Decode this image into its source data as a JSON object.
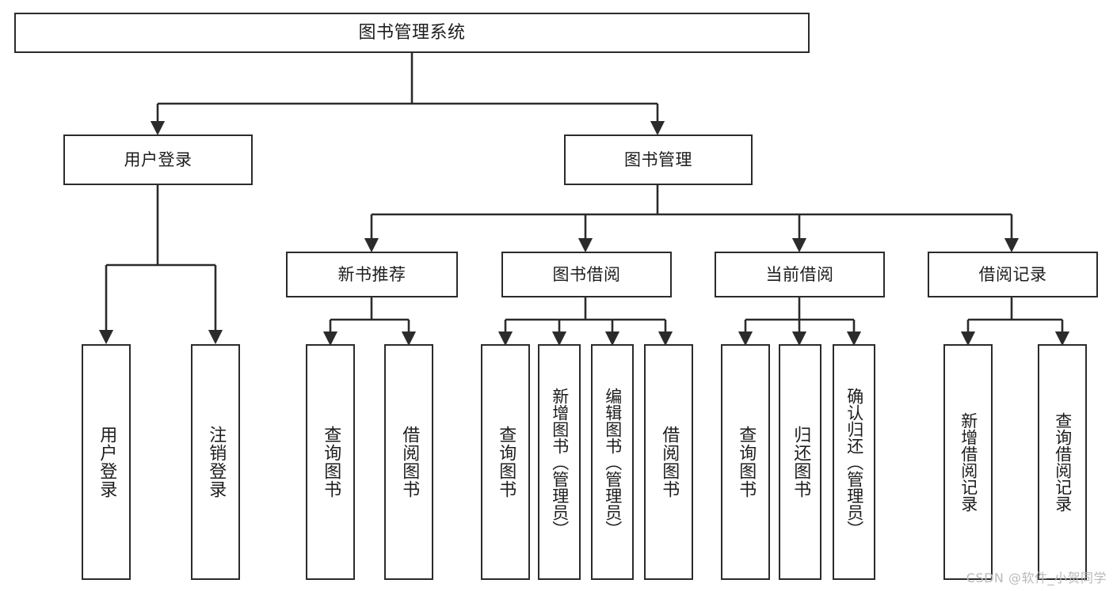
{
  "diagram": {
    "title": "图书管理系统",
    "type": "functional-hierarchy-tree",
    "background_color": "#ffffff",
    "line_color": "#2b2b2b",
    "text_color": "#1d1d1d"
  },
  "nodes": {
    "root": {
      "label": "图书管理系统",
      "level": 1
    },
    "level2": [
      {
        "id": "user-login",
        "label": "用户登录",
        "level": 2
      },
      {
        "id": "book-management",
        "label": "图书管理",
        "level": 2
      }
    ],
    "level3": [
      {
        "id": "new-book-recommend",
        "label": "新书推荐",
        "level": 3
      },
      {
        "id": "book-borrow",
        "label": "图书借阅",
        "level": 3
      },
      {
        "id": "current-borrow",
        "label": "当前借阅",
        "level": 3
      },
      {
        "id": "borrow-record",
        "label": "借阅记录",
        "level": 3
      }
    ],
    "leaves": {
      "user_login": [
        {
          "id": "leaf-user-login",
          "label": "用户登录"
        },
        {
          "id": "leaf-logout",
          "label": "注销登录"
        }
      ],
      "new_book_recommend": [
        {
          "id": "leaf-query-book-1",
          "label": "查询图书"
        },
        {
          "id": "leaf-borrow-book-1",
          "label": "借阅图书"
        }
      ],
      "book_borrow": [
        {
          "id": "leaf-query-book-2",
          "label": "查询图书"
        },
        {
          "id": "leaf-add-book",
          "label": "新增图书（管理员）"
        },
        {
          "id": "leaf-edit-book",
          "label": "编辑图书（管理员）"
        },
        {
          "id": "leaf-borrow-book-2",
          "label": "借阅图书"
        }
      ],
      "current_borrow": [
        {
          "id": "leaf-query-book-3",
          "label": "查询图书"
        },
        {
          "id": "leaf-return-book",
          "label": "归还图书"
        },
        {
          "id": "leaf-confirm-return",
          "label": "确认归还（管理员）"
        }
      ],
      "borrow_record": [
        {
          "id": "leaf-add-record",
          "label": "新增借阅记录"
        },
        {
          "id": "leaf-query-record",
          "label": "查询借阅记录"
        }
      ]
    }
  },
  "watermark": {
    "text": "CSDN @软件_小贺同学"
  }
}
